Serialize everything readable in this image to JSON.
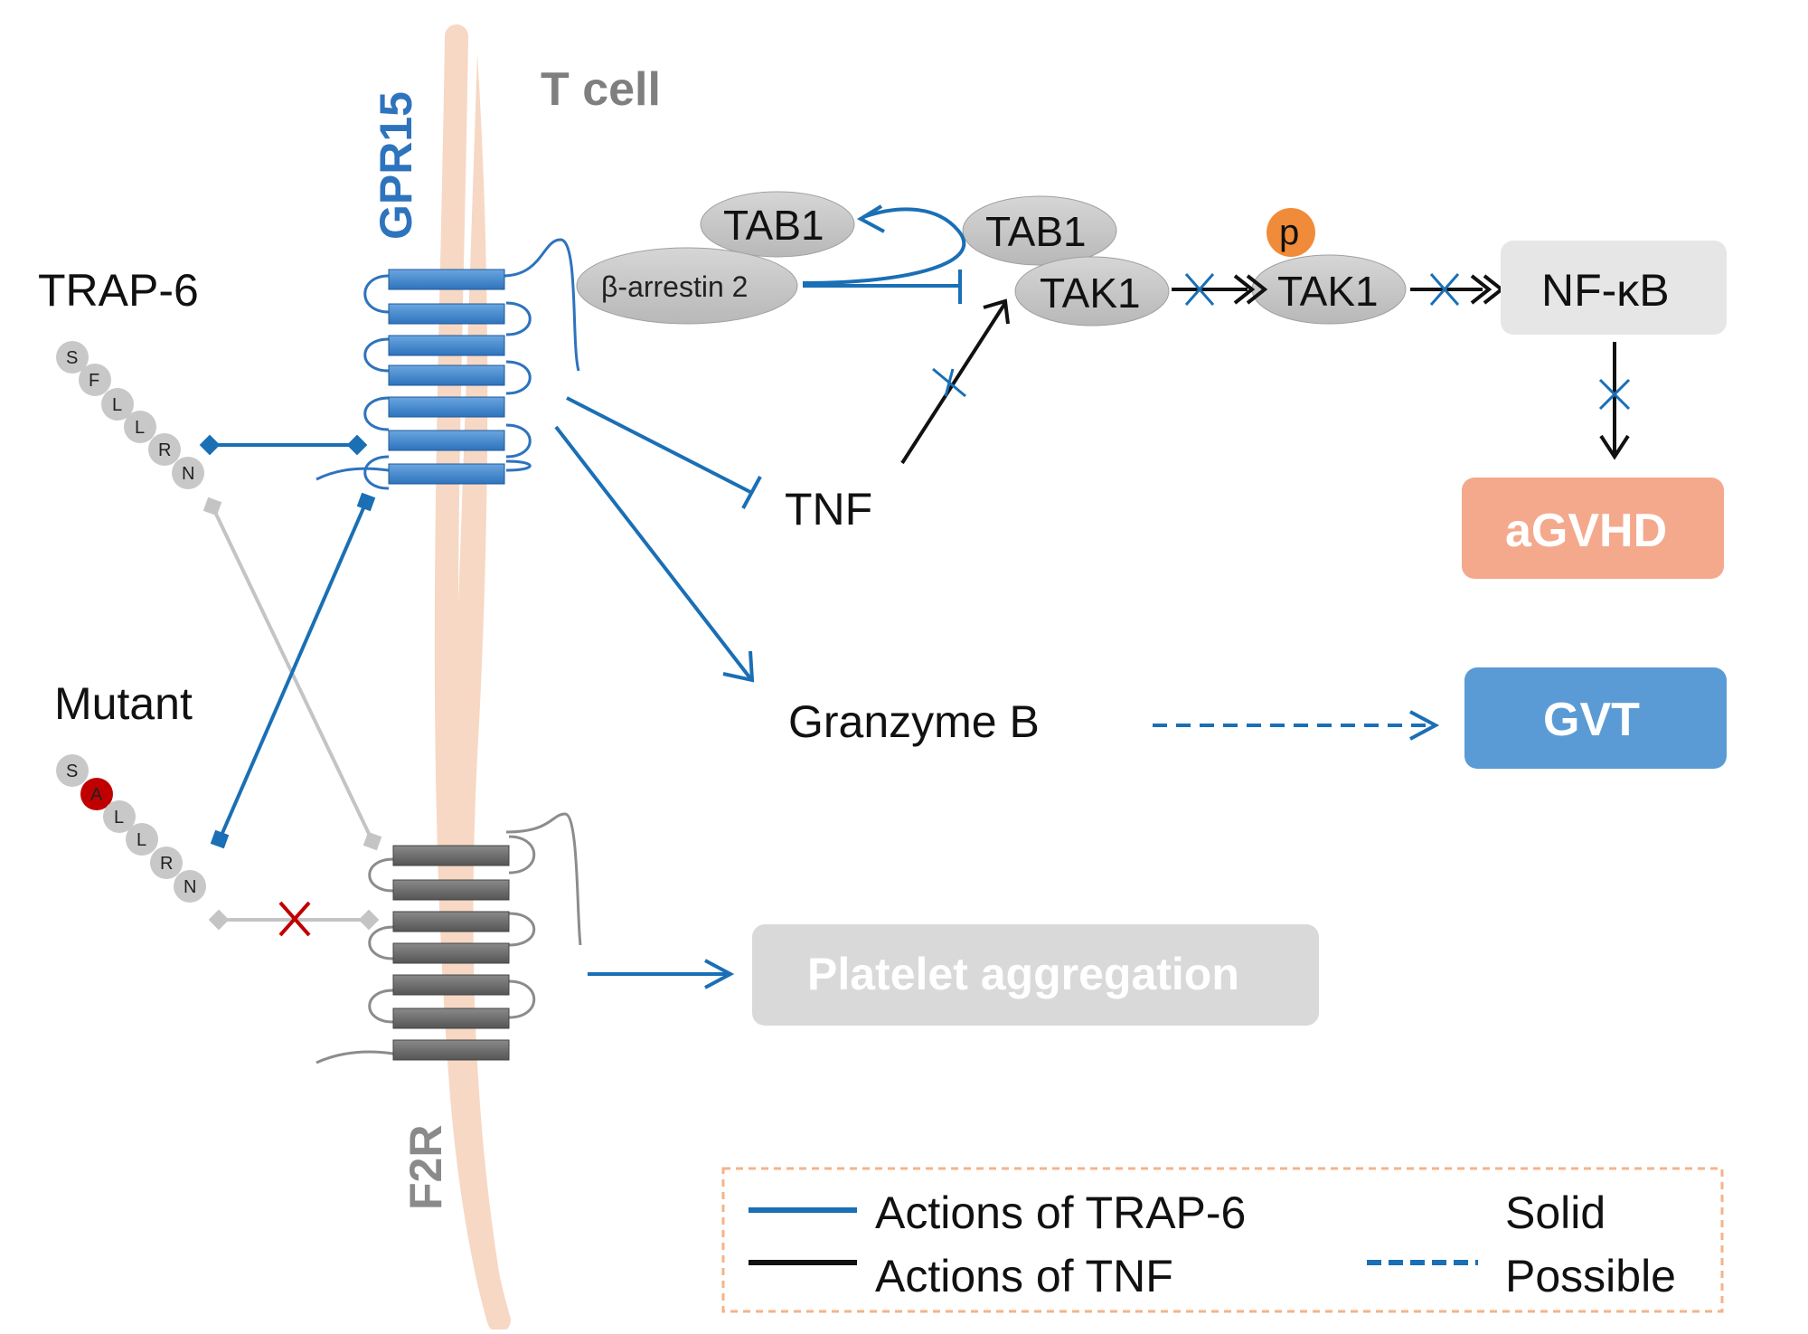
{
  "labels": {
    "t_cell": "T cell",
    "gpr15": "GPR15",
    "f2r": "F2R",
    "trap6": "TRAP-6",
    "mutant": "Mutant",
    "tab1_a": "TAB1",
    "beta_arrestin": "β-arrestin 2",
    "tab1_b": "TAB1",
    "tak1_a": "TAK1",
    "phospho": "p",
    "tak1_b": "TAK1",
    "nfkb": "NF-κB",
    "tnf": "TNF",
    "agvhd": "aGVHD",
    "granzyme": "Granzyme B",
    "gvt": "GVT",
    "platelet": "Platelet aggregation"
  },
  "peptides": {
    "trap6": [
      "S",
      "F",
      "L",
      "L",
      "R",
      "N"
    ],
    "mutant": [
      "S",
      "A",
      "L",
      "L",
      "R",
      "N"
    ]
  },
  "legend": {
    "trap6_actions": "Actions of TRAP-6",
    "tnf_actions": "Actions of TNF",
    "solid": "Solid",
    "possible": "Possible"
  },
  "colors": {
    "blue": "#1a6fb5",
    "membrane": "#f7d8c4",
    "agvhd": "#f4a98c",
    "gvt": "#5b9bd5",
    "platelet": "#d9d9d9",
    "nfkb": "#e6e6e6",
    "phospho": "#f08b3a",
    "mutant_residue": "#c00000"
  }
}
